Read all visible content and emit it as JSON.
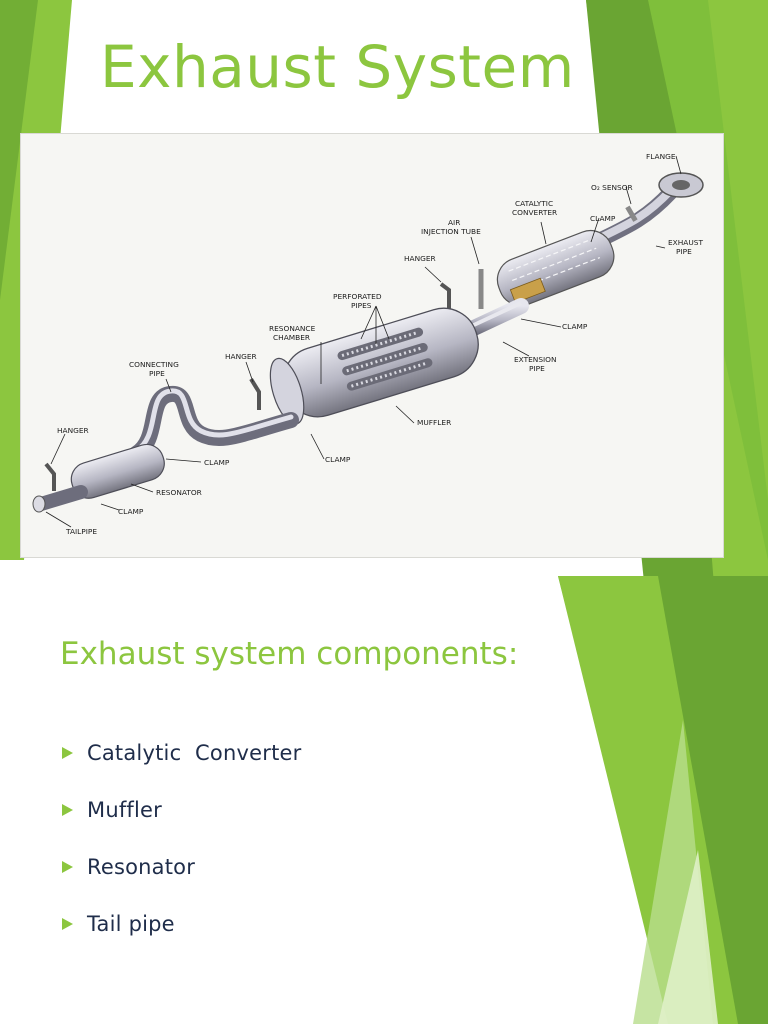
{
  "slide": {
    "title": "Exhaust System",
    "subtitle": "Exhaust system components:",
    "bullets": [
      {
        "text": "Catalytic  Converter"
      },
      {
        "text": "Muffler"
      },
      {
        "text": "Resonator"
      },
      {
        "text": "Tail pipe"
      }
    ]
  },
  "diagram": {
    "labels": {
      "flange": "FLANGE",
      "o2_sensor": "O₂ SENSOR",
      "catalytic_line1": "CATALYTIC",
      "catalytic_line2": "CONVERTER",
      "clamp_top": "CLAMP",
      "exhaust_pipe_line1": "EXHAUST",
      "exhaust_pipe_line2": "PIPE",
      "air_tube_line1": "AIR",
      "air_tube_line2": "INJECTION TUBE",
      "hanger_top": "HANGER",
      "perforated_line1": "PERFORATED",
      "perforated_line2": "PIPES",
      "resonance_line1": "RESONANCE",
      "resonance_line2": "CHAMBER",
      "clamp_right": "CLAMP",
      "extension_line1": "EXTENSION",
      "extension_line2": "PIPE",
      "hanger_mid": "HANGER",
      "connecting_line1": "CONNECTING",
      "connecting_line2": "PIPE",
      "muffler": "MUFFLER",
      "hanger_left": "HANGER",
      "clamp_mid": "CLAMP",
      "clamp_center": "CLAMP",
      "resonator": "RESONATOR",
      "clamp_low": "CLAMP",
      "tailpipe": "TAILPIPE"
    }
  },
  "colors": {
    "accent": "#8cc63f",
    "accent_dark": "#6aa533",
    "bullet_text": "#1f2d4a"
  }
}
